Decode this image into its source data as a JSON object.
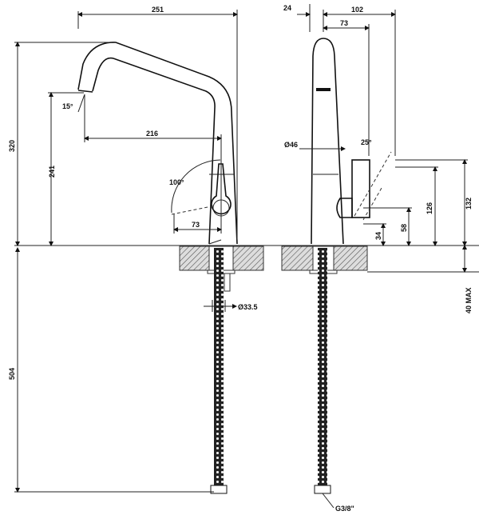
{
  "drawing": {
    "front_view": {
      "overall_width": "251",
      "spout_angle": "15°",
      "spout_reach": "216",
      "overall_height": "320",
      "spout_height": "241",
      "handle_rotation": "100°",
      "handle_reach": "73",
      "hose_diameter": "Ø33.5",
      "hose_length": "504"
    },
    "side_view": {
      "offset": "24",
      "depth": "102",
      "spout_offset": "73",
      "body_diameter": "Ø46",
      "handle_angle": "25°",
      "max_counter_thickness": "40 MAX",
      "handle_top_height": "132",
      "handle_height": "126",
      "handle_pivot_height": "58",
      "handle_base_height": "34",
      "connection": "G3/8\""
    }
  }
}
